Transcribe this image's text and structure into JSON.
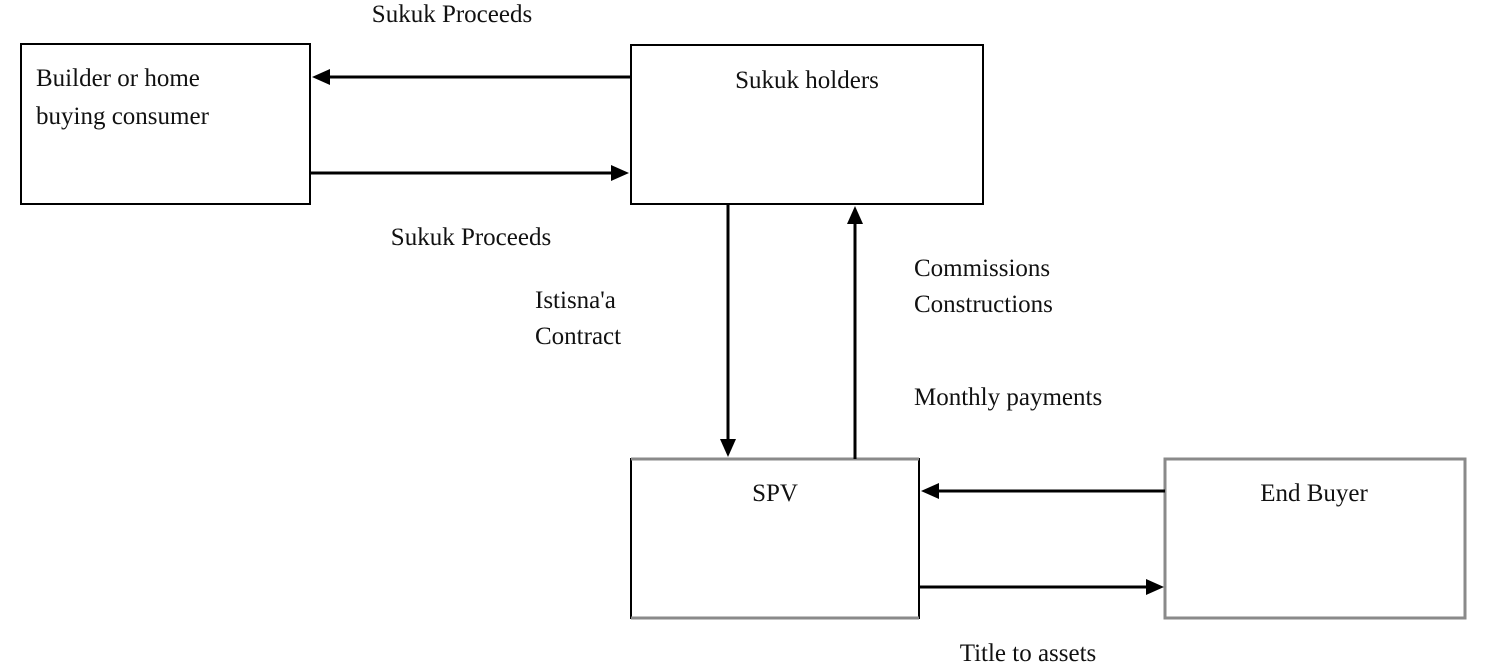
{
  "diagram": {
    "title": "Istisna'a Sukuk structure",
    "nodes": {
      "builder": {
        "label_lines": [
          "Builder or home",
          "buying consumer"
        ]
      },
      "holders": {
        "label": "Sukuk holders"
      },
      "spv": {
        "label": "SPV"
      },
      "buyer": {
        "label": "End Buyer"
      }
    },
    "edges": {
      "holders_to_builder": {
        "label": "Sukuk Proceeds",
        "from": "Sukuk holders",
        "to": "Builder or home buying consumer"
      },
      "builder_to_holders": {
        "label": "Sukuk Proceeds",
        "from": "Builder or home buying consumer",
        "to": "Sukuk holders"
      },
      "holders_to_spv": {
        "label_lines": [
          "Istisna'a",
          "Contract"
        ],
        "from": "Sukuk holders",
        "to": "SPV"
      },
      "spv_to_holders": {
        "label_lines": [
          "Commissions",
          "Constructions"
        ],
        "label2": "Monthly payments",
        "from": "SPV",
        "to": "Sukuk holders"
      },
      "buyer_to_spv": {
        "from": "End Buyer",
        "to": "SPV"
      },
      "spv_to_buyer": {
        "label": "Title to assets",
        "from": "SPV",
        "to": "End Buyer"
      }
    }
  }
}
